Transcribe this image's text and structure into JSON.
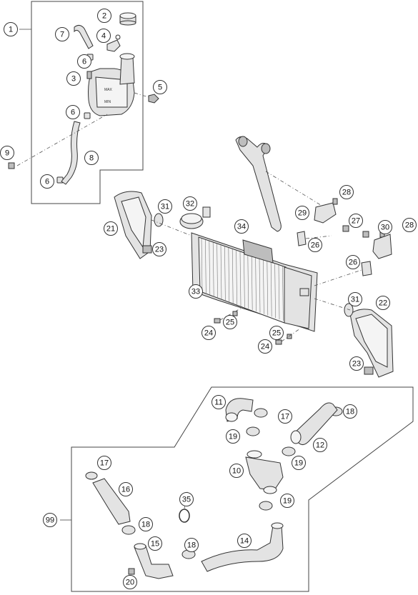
{
  "callouts": {
    "c1": "1",
    "c2": "2",
    "c3": "3",
    "c4": "4",
    "c5": "5",
    "c6a": "6",
    "c6b": "6",
    "c6c": "6",
    "c7": "7",
    "c8": "8",
    "c9": "9",
    "c10": "10",
    "c11": "11",
    "c12": "12",
    "c14": "14",
    "c15": "15",
    "c16": "16",
    "c17a": "17",
    "c17b": "17",
    "c18a": "18",
    "c18b": "18",
    "c18c": "18",
    "c19a": "19",
    "c19b": "19",
    "c19c": "19",
    "c20": "20",
    "c21": "21",
    "c22": "22",
    "c23a": "23",
    "c23b": "23",
    "c24a": "24",
    "c24b": "24",
    "c25a": "25",
    "c25b": "25",
    "c26a": "26",
    "c26b": "26",
    "c27": "27",
    "c28a": "28",
    "c28b": "28",
    "c29": "29",
    "c30": "30",
    "c31a": "31",
    "c31b": "31",
    "c32": "32",
    "c33": "33",
    "c34": "34",
    "c35": "35",
    "c99": "99"
  },
  "colors": {
    "line": "#333333",
    "part_fill": "#e3e3e3",
    "background": "#ffffff"
  }
}
